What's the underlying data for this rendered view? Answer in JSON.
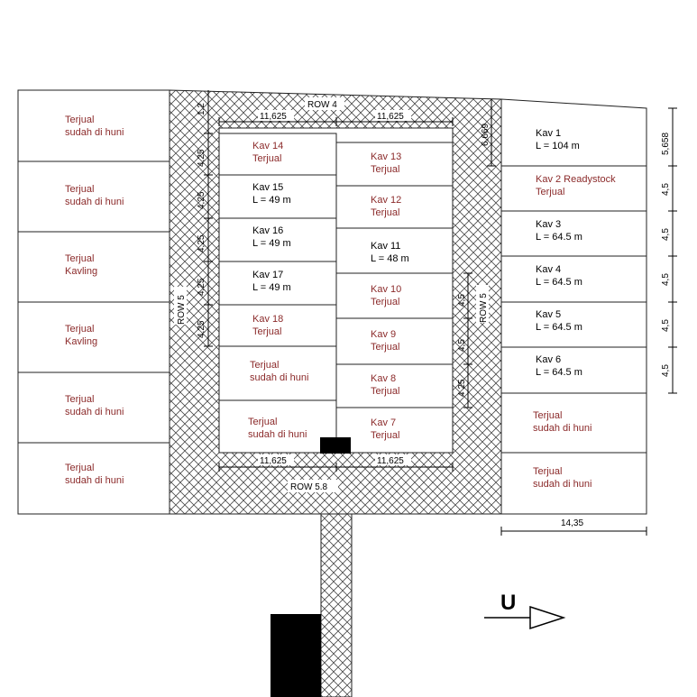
{
  "road_labels": {
    "row4": "ROW 4",
    "row5_left": "ROW 5",
    "row5_right": "ROW 5",
    "row58": "ROW 5.8"
  },
  "dimensions": {
    "top_left": "11,625",
    "top_right": "11,625",
    "bottom_left": "11,625",
    "bottom_right": "11,625",
    "left_small": "1,2",
    "left_1": "4,25",
    "left_2": "4,25",
    "left_3": "4,25",
    "left_4": "4,25",
    "left_5": "4,25",
    "right_inner_1": "4,5",
    "right_inner_2": "4,5",
    "right_inner_3": "4 25",
    "right_top": "6,669",
    "far_right_1": "5,658",
    "far_right_2": "4,5",
    "far_right_3": "4,5",
    "far_right_4": "4,5",
    "far_right_5": "4,5",
    "far_right_6": "4,5",
    "bottom_width": "14,35"
  },
  "left_plots": [
    {
      "line1": "Terjual",
      "line2": "sudah di huni"
    },
    {
      "line1": "Terjual",
      "line2": "sudah di huni"
    },
    {
      "line1": "Terjual",
      "line2": "Kavling"
    },
    {
      "line1": "Terjual",
      "line2": "Kavling"
    },
    {
      "line1": "Terjual",
      "line2": "sudah di huni"
    },
    {
      "line1": "Terjual",
      "line2": "sudah di huni"
    }
  ],
  "center_left": [
    {
      "line1": "Kav 14",
      "line2": "Terjual",
      "sold": true
    },
    {
      "line1": "Kav 15",
      "line2": "L = 49 m",
      "sold": false
    },
    {
      "line1": "Kav 16",
      "line2": "L = 49 m",
      "sold": false
    },
    {
      "line1": "Kav 17",
      "line2": "L = 49 m",
      "sold": false
    },
    {
      "line1": "Kav 18",
      "line2": "Terjual",
      "sold": true
    },
    {
      "line1": "Terjual",
      "line2": "sudah di huni",
      "sold": true
    },
    {
      "line1": "Terjual",
      "line2": "sudah di huni",
      "sold": true
    }
  ],
  "center_right": [
    {
      "line1": "Kav 13",
      "line2": "Terjual",
      "sold": true
    },
    {
      "line1": "Kav 12",
      "line2": "Terjual",
      "sold": true
    },
    {
      "line1": "Kav 11",
      "line2": "L = 48 m",
      "sold": false
    },
    {
      "line1": "Kav 10",
      "line2": "Terjual",
      "sold": true
    },
    {
      "line1": "Kav 9",
      "line2": "Terjual",
      "sold": true
    },
    {
      "line1": "Kav 8",
      "line2": "Terjual",
      "sold": true
    },
    {
      "line1": "Kav 7",
      "line2": "Terjual",
      "sold": true
    }
  ],
  "right_plots": [
    {
      "line1": "Kav 1",
      "line2": "L = 104 m",
      "sold": false
    },
    {
      "line1": "Kav 2 Readystock",
      "line2": "Terjual",
      "sold": true
    },
    {
      "line1": "Kav 3",
      "line2": "L = 64.5 m",
      "sold": false
    },
    {
      "line1": "Kav 4",
      "line2": "L = 64.5 m",
      "sold": false
    },
    {
      "line1": "Kav 5",
      "line2": "L = 64.5 m",
      "sold": false
    },
    {
      "line1": "Kav 6",
      "line2": "L = 64.5 m",
      "sold": false
    },
    {
      "line1": "Terjual",
      "line2": "sudah di huni",
      "sold": true
    },
    {
      "line1": "Terjual",
      "line2": "sudah di huni",
      "sold": true
    }
  ],
  "north_label": "U"
}
